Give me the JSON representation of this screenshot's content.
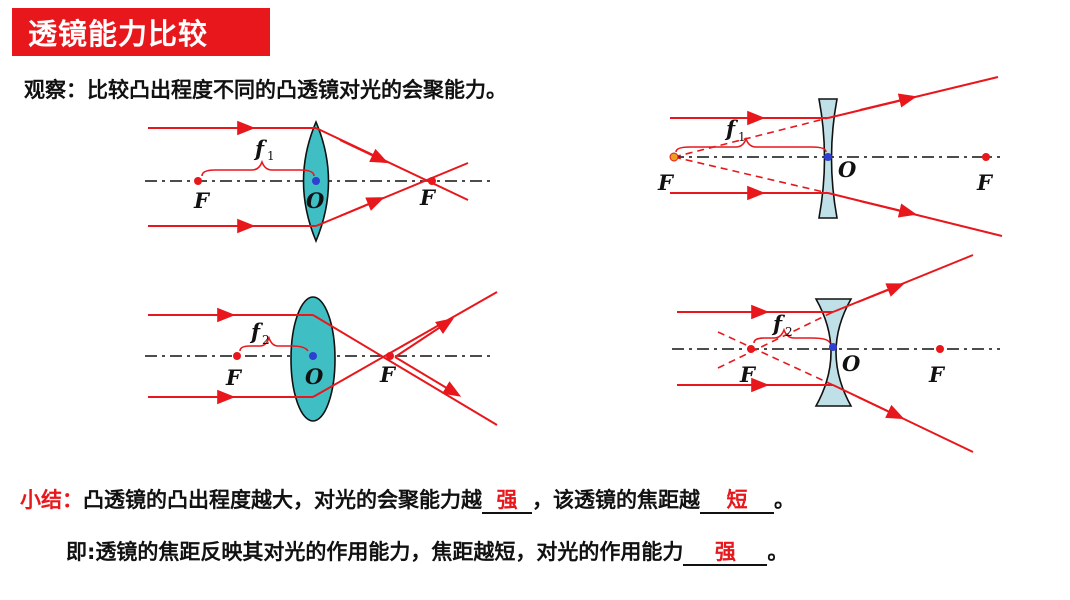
{
  "title": "透镜能力比较",
  "observation": "观察：比较凸出程度不同的凸透镜对光的会聚能力。",
  "labels": {
    "F": "F",
    "O": "O",
    "f": "f",
    "sub1": "1",
    "sub2": "2"
  },
  "summary": {
    "prefix": "小结：",
    "part1": "凸透镜的凸出程度越大，对光的会聚能力越",
    "answer1": "强",
    "part2": "，该透镜的焦距越",
    "answer2": "短",
    "end": "。"
  },
  "summary2": {
    "text": "即:透镜的焦距反映其对光的作用能力，焦距越短，对光的作用能力",
    "answer": "强",
    "end": "。"
  },
  "colors": {
    "ray": "#e8171c",
    "lens_fill": "#3fbfc4",
    "lens_fill_light": "#bfe0e6",
    "focus": "#e8171c",
    "center": "#2f3fd0",
    "title_bg": "#e8171c"
  }
}
